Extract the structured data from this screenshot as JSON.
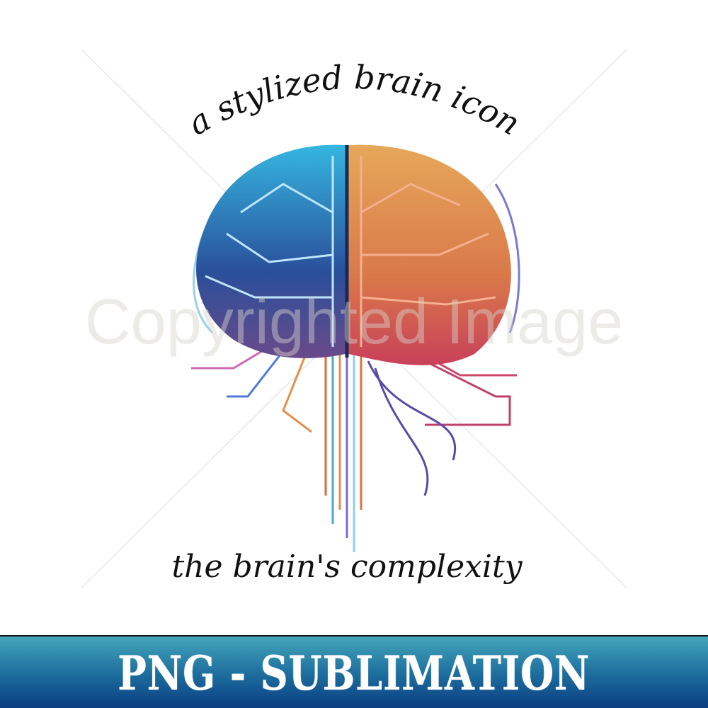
{
  "design": {
    "top_caption": "a stylized brain icon",
    "bottom_caption": "the brain's complexity",
    "watermark": "Copyrighted Image",
    "left_hemisphere_color": "#2f8fd0",
    "right_hemisphere_color": "#e0904a"
  },
  "banner": {
    "label": "PNG - SUBLIMATION",
    "gradient_top": "#43a6bb",
    "gradient_bottom": "#0b3c80"
  }
}
